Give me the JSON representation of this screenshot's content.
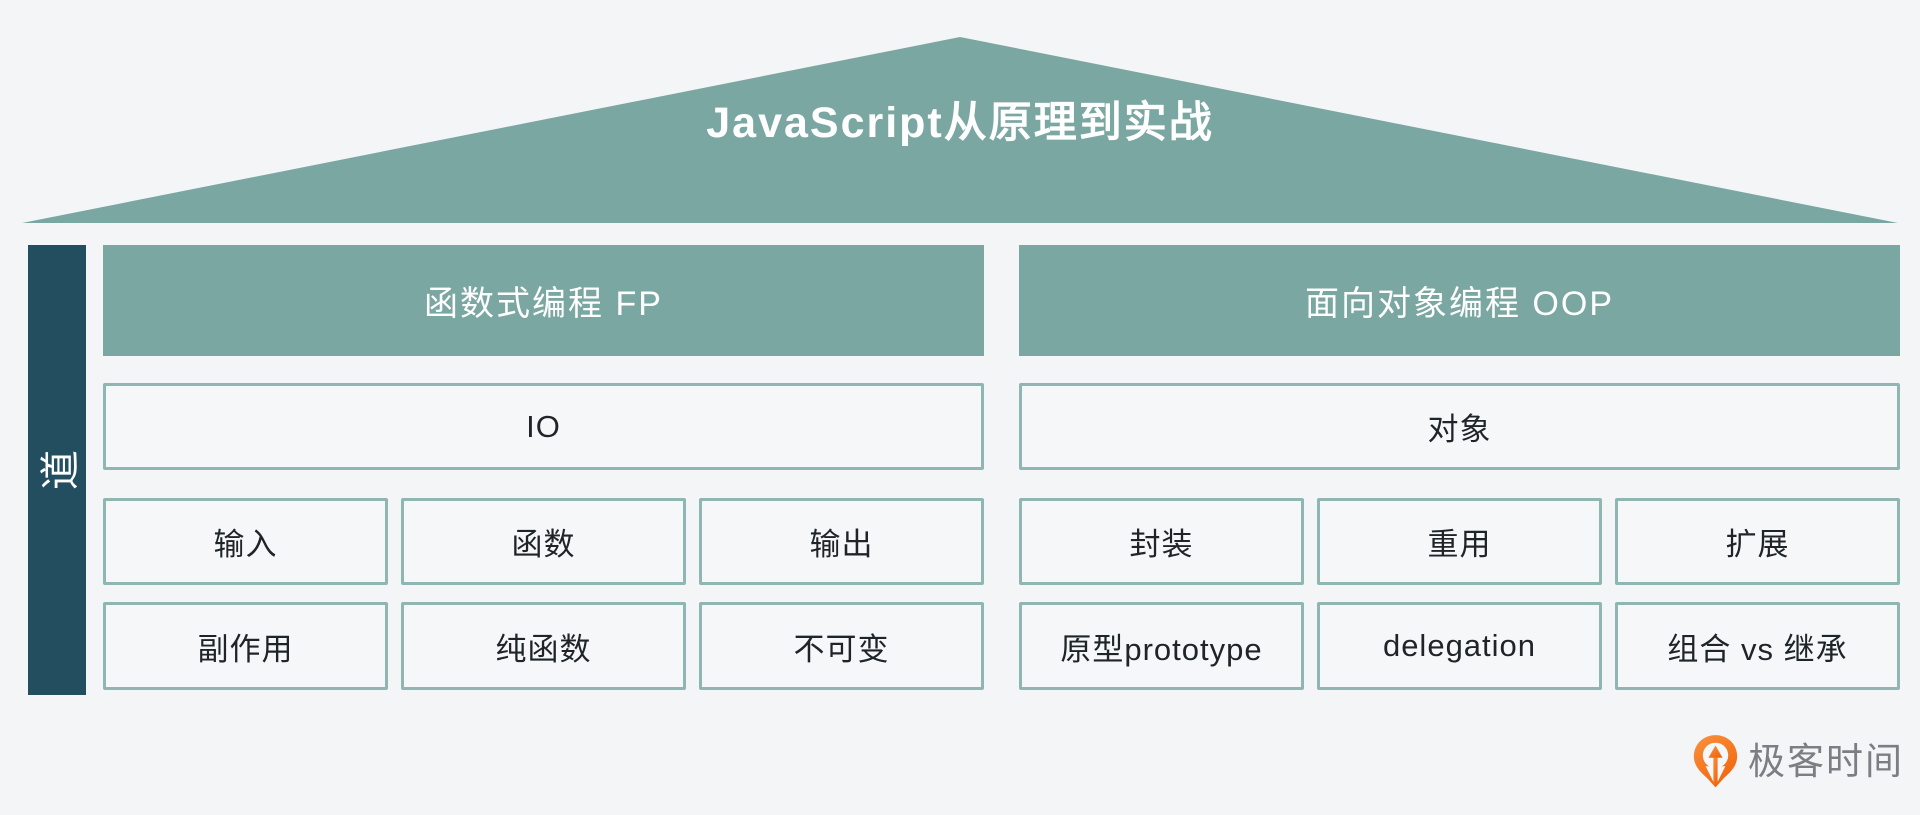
{
  "roof": {
    "title": "JavaScript从原理到实战"
  },
  "sidebar": {
    "label": "道"
  },
  "fp": {
    "header": "函数式编程 FP",
    "wide": "IO",
    "row1": [
      "输入",
      "函数",
      "输出"
    ],
    "row2": [
      "副作用",
      "纯函数",
      "不可变"
    ]
  },
  "oop": {
    "header": "面向对象编程 OOP",
    "wide": "对象",
    "row1": [
      "封装",
      "重用",
      "扩展"
    ],
    "row2": [
      "原型prototype",
      "delegation",
      "组合 vs 继承"
    ]
  },
  "footer": {
    "brand": "极客时间"
  },
  "colors": {
    "background": "#F4F5F7",
    "roof_teal": "#7BA7A3",
    "sidebar_dark": "#224E60",
    "box_border": "#8FB6B2",
    "box_text": "#1F2428",
    "header_text": "#FFFFFF",
    "brand_orange": "#F2670D",
    "brand_text_gray": "#7B7E82"
  }
}
